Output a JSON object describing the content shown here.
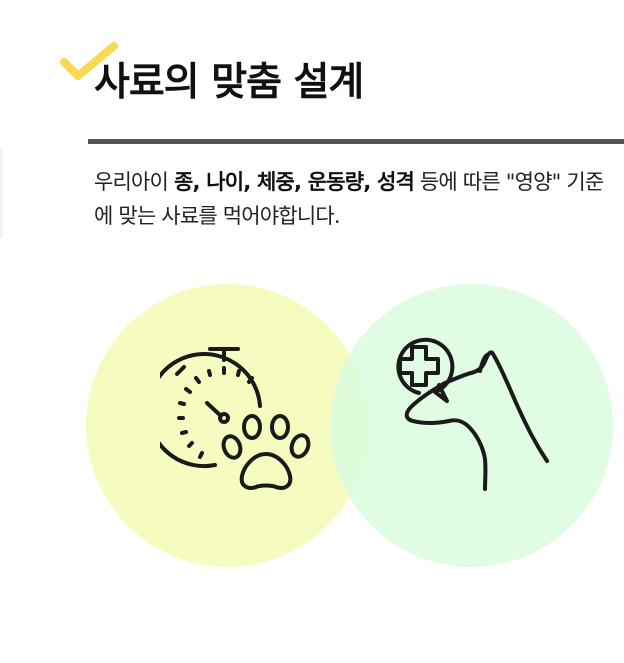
{
  "header": {
    "title": "사료의 맞춤 설계"
  },
  "description": {
    "pre": "우리아이 ",
    "keyword_1": "종",
    "sep_1": ", ",
    "keyword_2": "나이",
    "sep_2": ", ",
    "keyword_3": "체중",
    "sep_3": ", ",
    "keyword_4": "운동량",
    "sep_4": ", ",
    "keyword_5": "성격",
    "post": " 등에 따른 \"영양\" 기준에 맞는 사료를 먹어야합니다."
  },
  "icons": {
    "check": "check-mark-icon",
    "left": "stopwatch-paw-icon",
    "right": "dog-health-icon"
  },
  "colors": {
    "accent_yellow": "#f8d94f",
    "circle_yellow": "#f4fcb4",
    "circle_green": "#dafcde",
    "rule": "#555555",
    "icon_stroke": "#1a1a1a"
  }
}
